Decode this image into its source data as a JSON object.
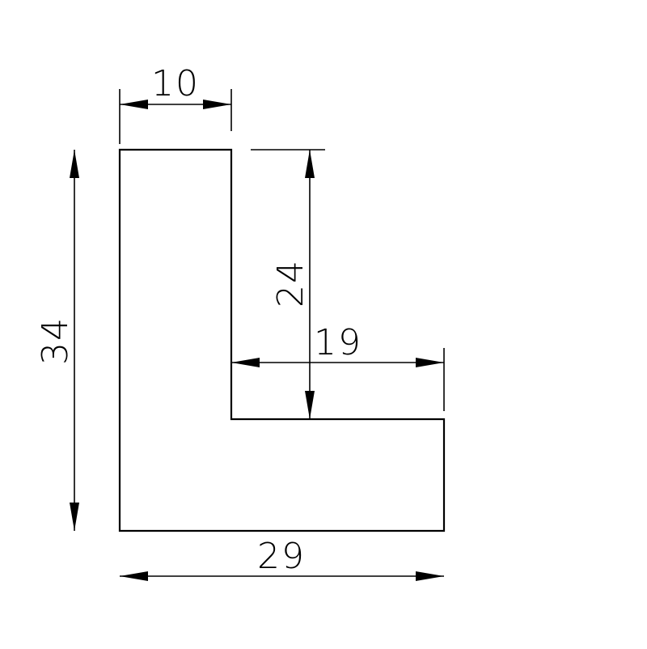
{
  "drawing": {
    "type": "L-profile cross-section",
    "dimensions": {
      "top_leg_width": "10",
      "inner_height": "24",
      "inner_leg_width": "19",
      "total_height": "34",
      "total_width": "29"
    }
  }
}
